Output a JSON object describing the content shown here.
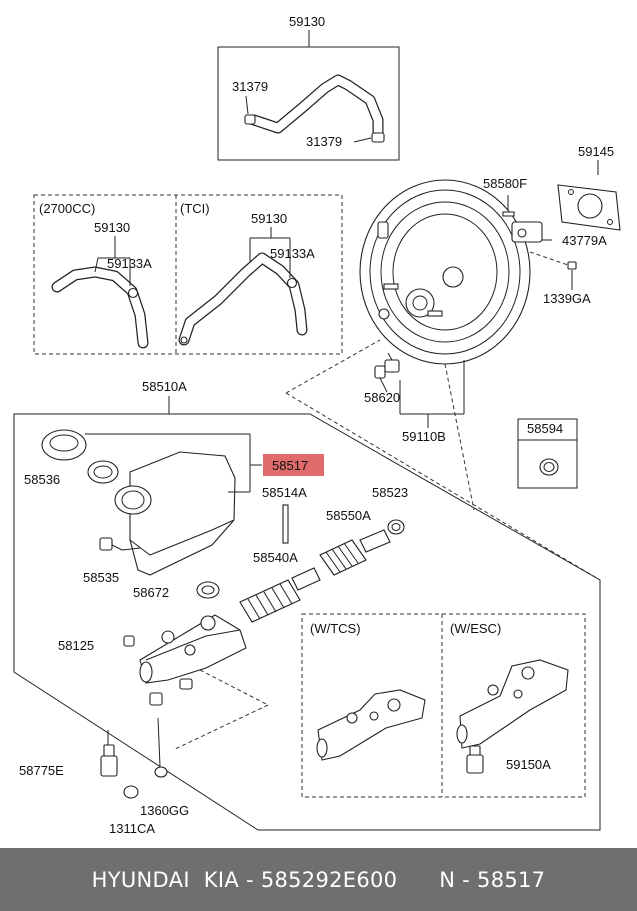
{
  "labels": {
    "hose_assembly_top": "59130",
    "clamp_top_left": "31379",
    "clamp_top_right": "31379",
    "variant_2700cc": "(2700CC)",
    "variant_tci": "(TCI)",
    "hose_2700cc": "59130",
    "clamp_2700cc": "59133A",
    "hose_tci": "59130",
    "clamp_tci": "59133A",
    "gasket": "59145",
    "bolt": "58580F",
    "pin": "43779A",
    "nut": "1339GA",
    "check_valve": "58620",
    "booster": "59110B",
    "seal_kit": "58594",
    "master_cylinder_assy": "58510A",
    "reservoir": "58517",
    "cap": "58536",
    "pin_rod": "58514A",
    "seal_ring": "58523",
    "piston_secondary": "58550A",
    "piston_primary": "58540A",
    "connector": "58535",
    "grommet": "58672",
    "plug": "58125",
    "variant_tcs": "(W/TCS)",
    "variant_esc": "(W/ESC)",
    "adapter": "58775E",
    "washer": "1360GG",
    "fitting_esc": "59150A",
    "bolt_bottom": "1311CA"
  },
  "highlight_color": "#e06b6b",
  "footer": {
    "text": "HYUNDAI  KIA - 585292E600      N - 58517"
  }
}
